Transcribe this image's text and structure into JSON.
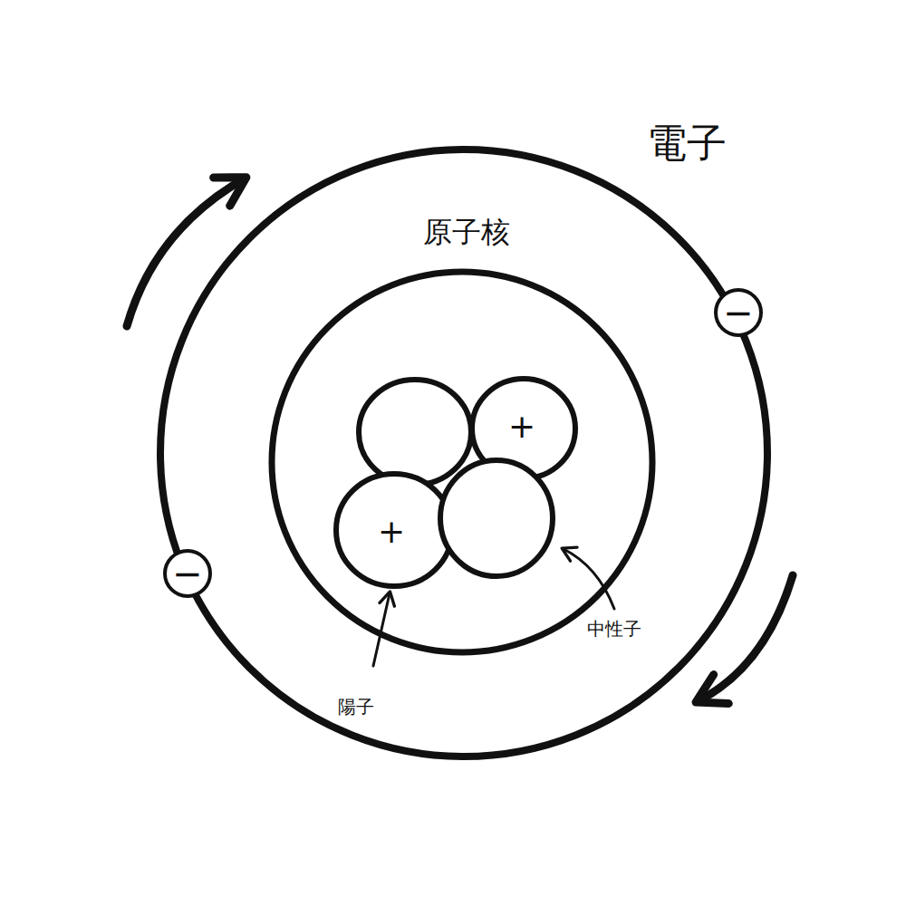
{
  "diagram": {
    "labels": [
      "電子",
      "原子核",
      "+",
      "+",
      "−",
      "−",
      "陽子",
      "中性子"
    ]
  }
}
